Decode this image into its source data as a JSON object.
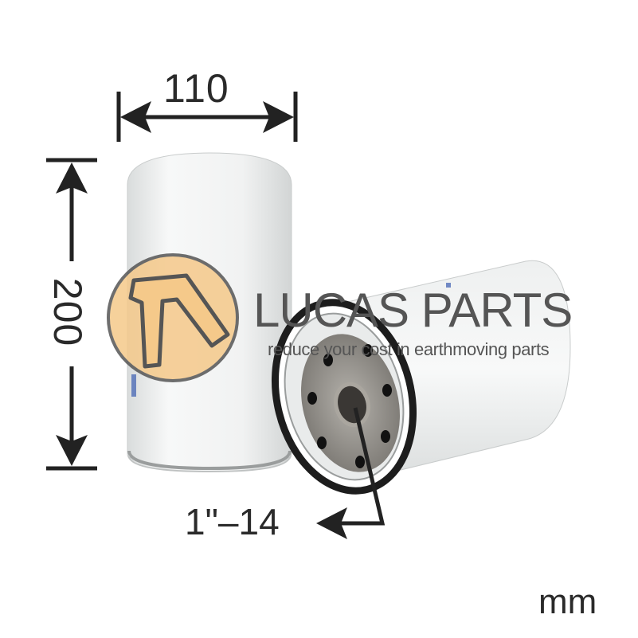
{
  "dimensions": {
    "width": "110",
    "height": "200",
    "thread": "1\"–14",
    "unit": "mm"
  },
  "watermark": {
    "brand": "LUCAS PARTS",
    "tagline": "reduce your cost in earthmoving parts"
  },
  "colors": {
    "logo_fill": "#f5c98a",
    "logo_stroke": "#555555",
    "line": "#222222",
    "filter_body": "#f2f4f4",
    "gasket": "#1d1d1d",
    "baseplate": "#8d8a85"
  }
}
